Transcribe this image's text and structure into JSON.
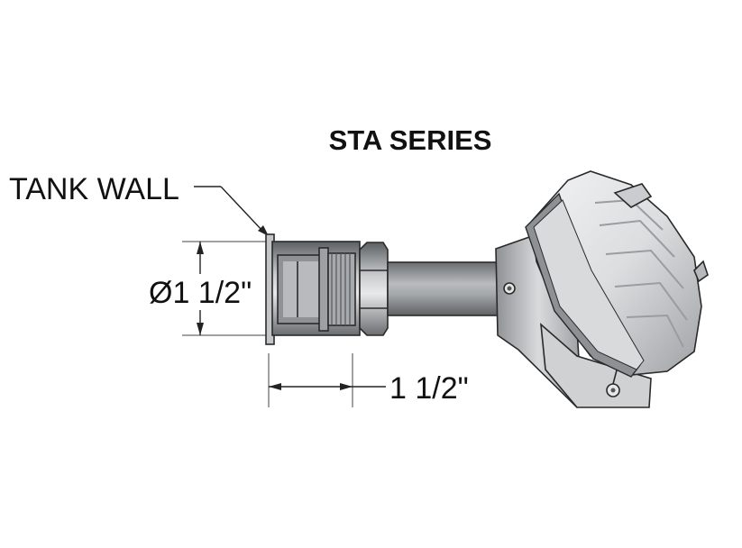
{
  "diagram": {
    "title": "STA SERIES",
    "tank_wall_label": "TANK WALL",
    "diameter_label": "Ø1 1/2\"",
    "length_label": "1 1/2\""
  },
  "colors": {
    "metal_dark": "#6f7275",
    "metal_mid": "#a3a6a9",
    "metal_light": "#d6d8da",
    "head_light": "#e4e5e6",
    "outline": "#2a2a2a"
  }
}
